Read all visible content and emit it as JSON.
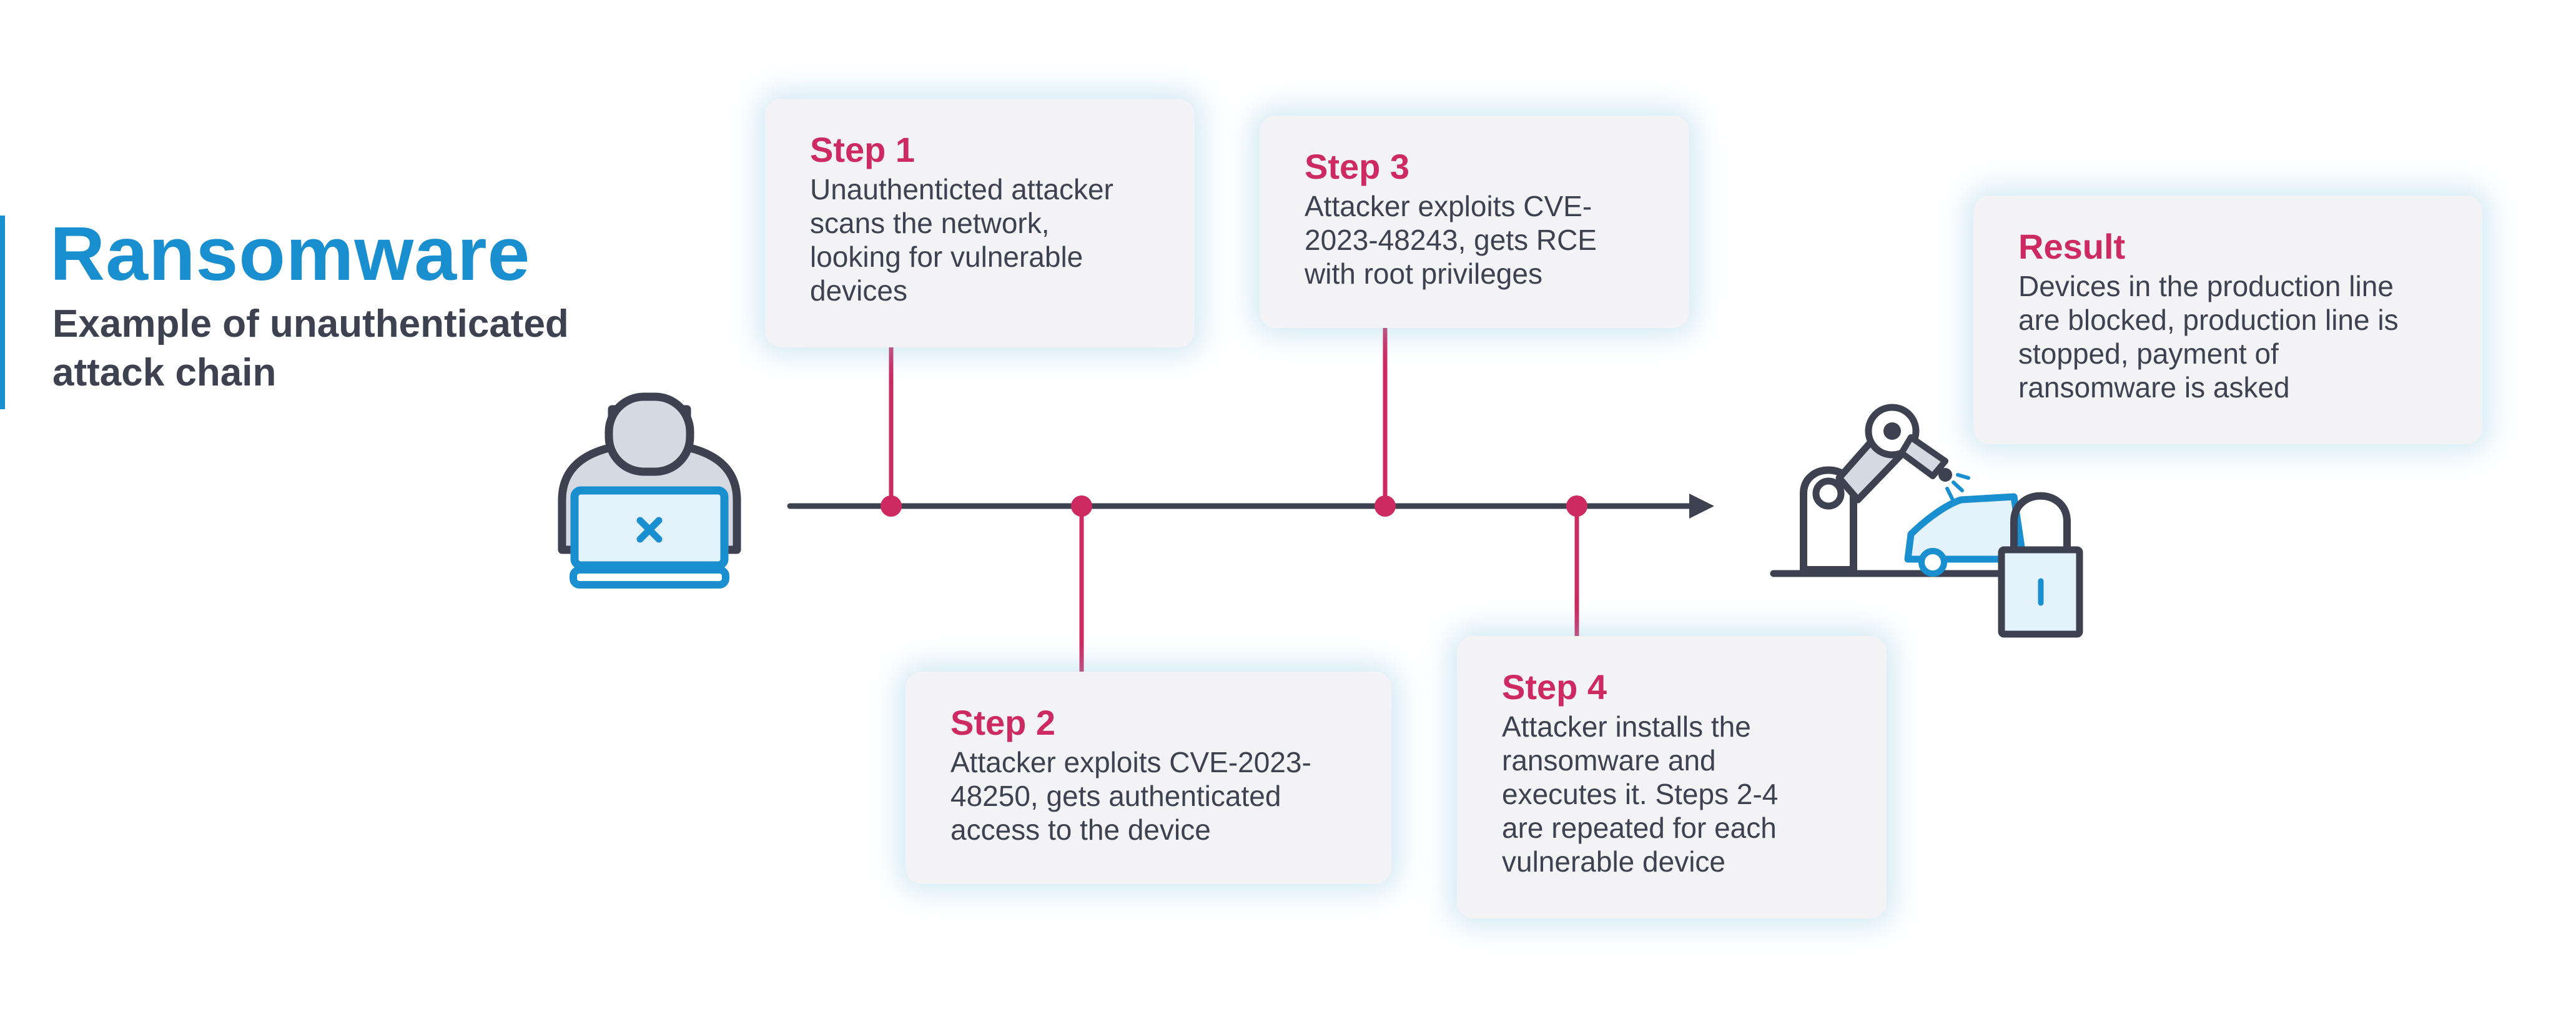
{
  "title": "Ransomware",
  "subtitle": "Example of unauthenticated attack chain",
  "steps": [
    {
      "label": "Step 1",
      "text": "Unauthenticted attacker\nscans the network,\nlooking for vulnerable\ndevices"
    },
    {
      "label": "Step 2",
      "text": "Attacker exploits CVE-2023-\n48250, gets authenticated\naccess to the device"
    },
    {
      "label": "Step 3",
      "text": "Attacker exploits CVE-\n2023-48243,  gets RCE\nwith root privileges"
    },
    {
      "label": "Step 4",
      "text": "Attacker installs the\nransomware and\nexecutes it. Steps 2-4\nare repeated for each\nvulnerable device"
    }
  ],
  "result": {
    "label": "Result",
    "text": "Devices in the production line\nare blocked, production line is\nstopped, payment of\nransomware is asked"
  },
  "colors": {
    "accent": "#1a8fd0",
    "step_label": "#cc2a60",
    "connector": "#cc2a60",
    "text": "#3d4150",
    "card_bg": "#f3f3f5"
  },
  "icons": {
    "attacker": "hacker-laptop-icon",
    "target": "robot-arm-car-lock-icon"
  }
}
